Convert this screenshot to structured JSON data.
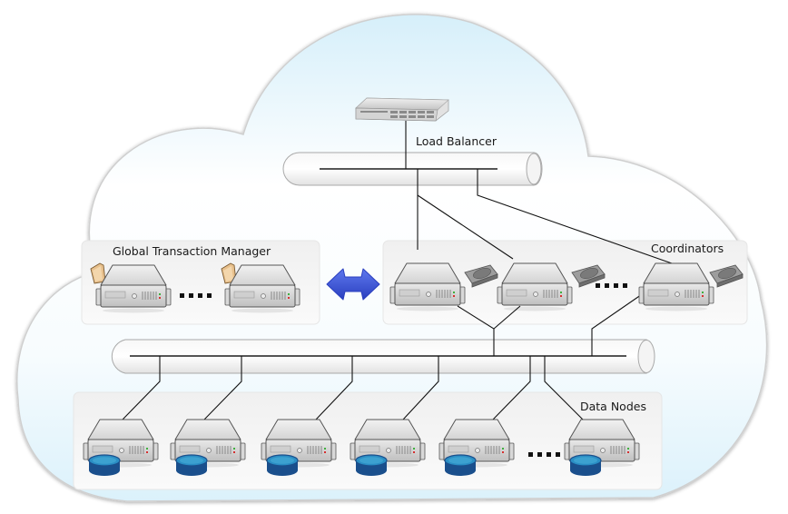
{
  "diagram": {
    "title": "Distributed database cluster architecture",
    "load_balancer": {
      "label": "Load Balancer",
      "icon": "network-switch-icon"
    },
    "groups": [
      {
        "id": "gtm",
        "label": "Global Transaction Manager",
        "server_count": 2,
        "badge": "folder-icon",
        "has_ellipsis": true
      },
      {
        "id": "coordinators",
        "label": "Coordinators",
        "server_count": 3,
        "badge": "disk-drive-icon",
        "has_ellipsis": true
      },
      {
        "id": "data_nodes",
        "label": "Data Nodes",
        "server_count": 6,
        "badge": "database-icon",
        "has_ellipsis": true
      }
    ],
    "buses": [
      {
        "id": "top_bus",
        "description": "Load balancer network bus"
      },
      {
        "id": "bottom_bus",
        "description": "Internal cluster network bus"
      }
    ],
    "connector": {
      "icon": "double-arrow-icon",
      "between": [
        "Global Transaction Manager",
        "Coordinators"
      ]
    },
    "colors": {
      "cloud_fill_top": "#ffffff",
      "cloud_fill_bottom": "#dff3fc",
      "cloud_stroke": "#c8c8c8",
      "panel_fill": "#f4f4f4",
      "arrow_blue": "#3b55d6",
      "db_blue": "#1b5a9a",
      "db_top": "#2e8fc4"
    }
  }
}
